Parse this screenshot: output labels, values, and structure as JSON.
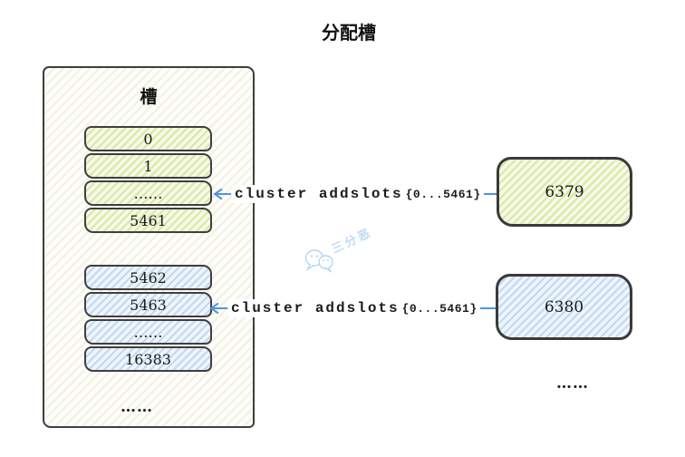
{
  "title": "分配槽",
  "slot_container": {
    "label": "槽",
    "green_slots": [
      "0",
      "1",
      "……",
      "5461"
    ],
    "blue_slots": [
      "5462",
      "5463",
      "……",
      "16383"
    ],
    "ellipsis": "……"
  },
  "annotations": {
    "green": {
      "command": "cluster addslots",
      "range": "{0...5461}"
    },
    "blue": {
      "command": "cluster addslots",
      "range": "{0...5461}"
    }
  },
  "nodes": {
    "green": {
      "port": "6379"
    },
    "blue": {
      "port": "6380"
    },
    "ellipsis": "……"
  },
  "watermark": {
    "text": "三分恶"
  },
  "colors": {
    "border": "#3e3e3e",
    "green_fill": "#f5f9e8",
    "green_stripe": "#d9e8a2",
    "blue_fill": "#eef5fc",
    "blue_stripe": "#c3d9ef",
    "arrow_blue": "#4f94e3",
    "watermark_blue": "#b3d6f1",
    "text": "#1a1a1a"
  }
}
